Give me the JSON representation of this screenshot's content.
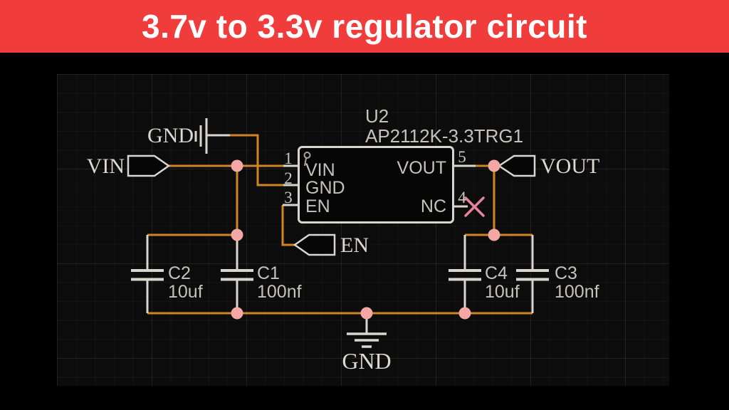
{
  "title": "3.7v to 3.3v regulator circuit",
  "colors": {
    "banner_red": "#f13c3c",
    "wire_orange": "#d08424",
    "component_gray": "#d9d6cf",
    "junction_pink": "#f5a7a5",
    "no_connect_pink": "#e5839a"
  },
  "ic": {
    "ref": "U2",
    "part_number": "AP2112K-3.3TRG1",
    "pins_left": [
      {
        "number": "1",
        "name": "VIN"
      },
      {
        "number": "2",
        "name": "GND"
      },
      {
        "number": "3",
        "name": "EN"
      }
    ],
    "pins_right": [
      {
        "number": "5",
        "name": "VOUT"
      },
      {
        "number": "4",
        "name": "NC"
      }
    ]
  },
  "net_labels": {
    "vin": "VIN",
    "gnd_top": "GND",
    "en": "EN",
    "vout": "VOUT",
    "gnd_bottom": "GND"
  },
  "capacitors": [
    {
      "ref": "C2",
      "value": "10uf"
    },
    {
      "ref": "C1",
      "value": "100nf"
    },
    {
      "ref": "C4",
      "value": "10uf"
    },
    {
      "ref": "C3",
      "value": "100nf"
    }
  ]
}
